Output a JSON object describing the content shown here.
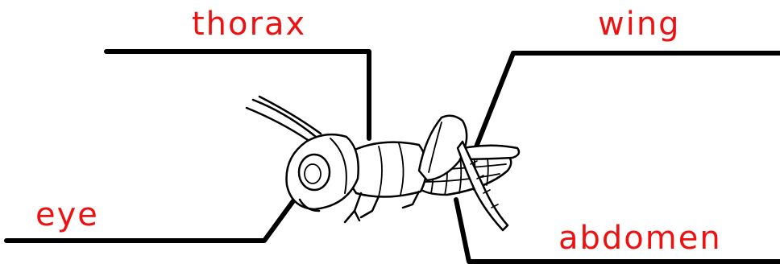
{
  "diagram": {
    "labels": {
      "thorax": "thorax",
      "wing": "wing",
      "eye": "eye",
      "abdomen": "abdomen"
    },
    "colors": {
      "label_text": "#ee1111",
      "lines": "#000000",
      "background": "#ffffff"
    },
    "subject_icon": "cricket-illustration"
  }
}
